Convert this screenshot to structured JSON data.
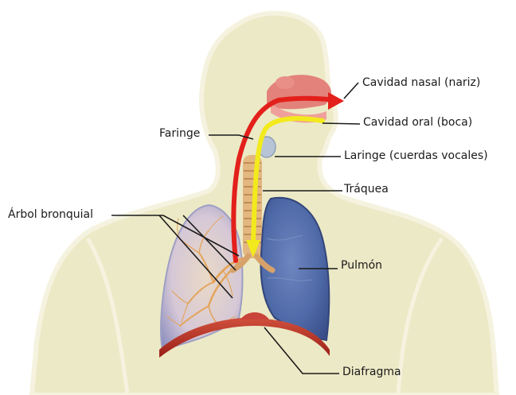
{
  "diagram": {
    "labels": {
      "nasal": "Cavidad nasal (nariz)",
      "oral": "Cavidad oral (boca)",
      "pharynx": "Faringe",
      "larynx": "Laringe (cuerdas vocales)",
      "trachea": "Tráquea",
      "bronchial_tree": "Árbol bronquial",
      "lung": "Pulmón",
      "diaphragm": "Diafragma"
    },
    "colors": {
      "body": "#ece9c6",
      "body_outline": "#f4f2dc",
      "lung_left": "#c7bed6",
      "lung_right": "#4f6aa8",
      "bronchial": "#e8b070",
      "trachea": "#e2b780",
      "nasal_cavity": "#e0706c",
      "diaphragm": "#b72a24",
      "air_in_arrow": "#e3201b",
      "air_out_arrow": "#f2ea1c",
      "leader_line": "#1a1a1a"
    }
  }
}
